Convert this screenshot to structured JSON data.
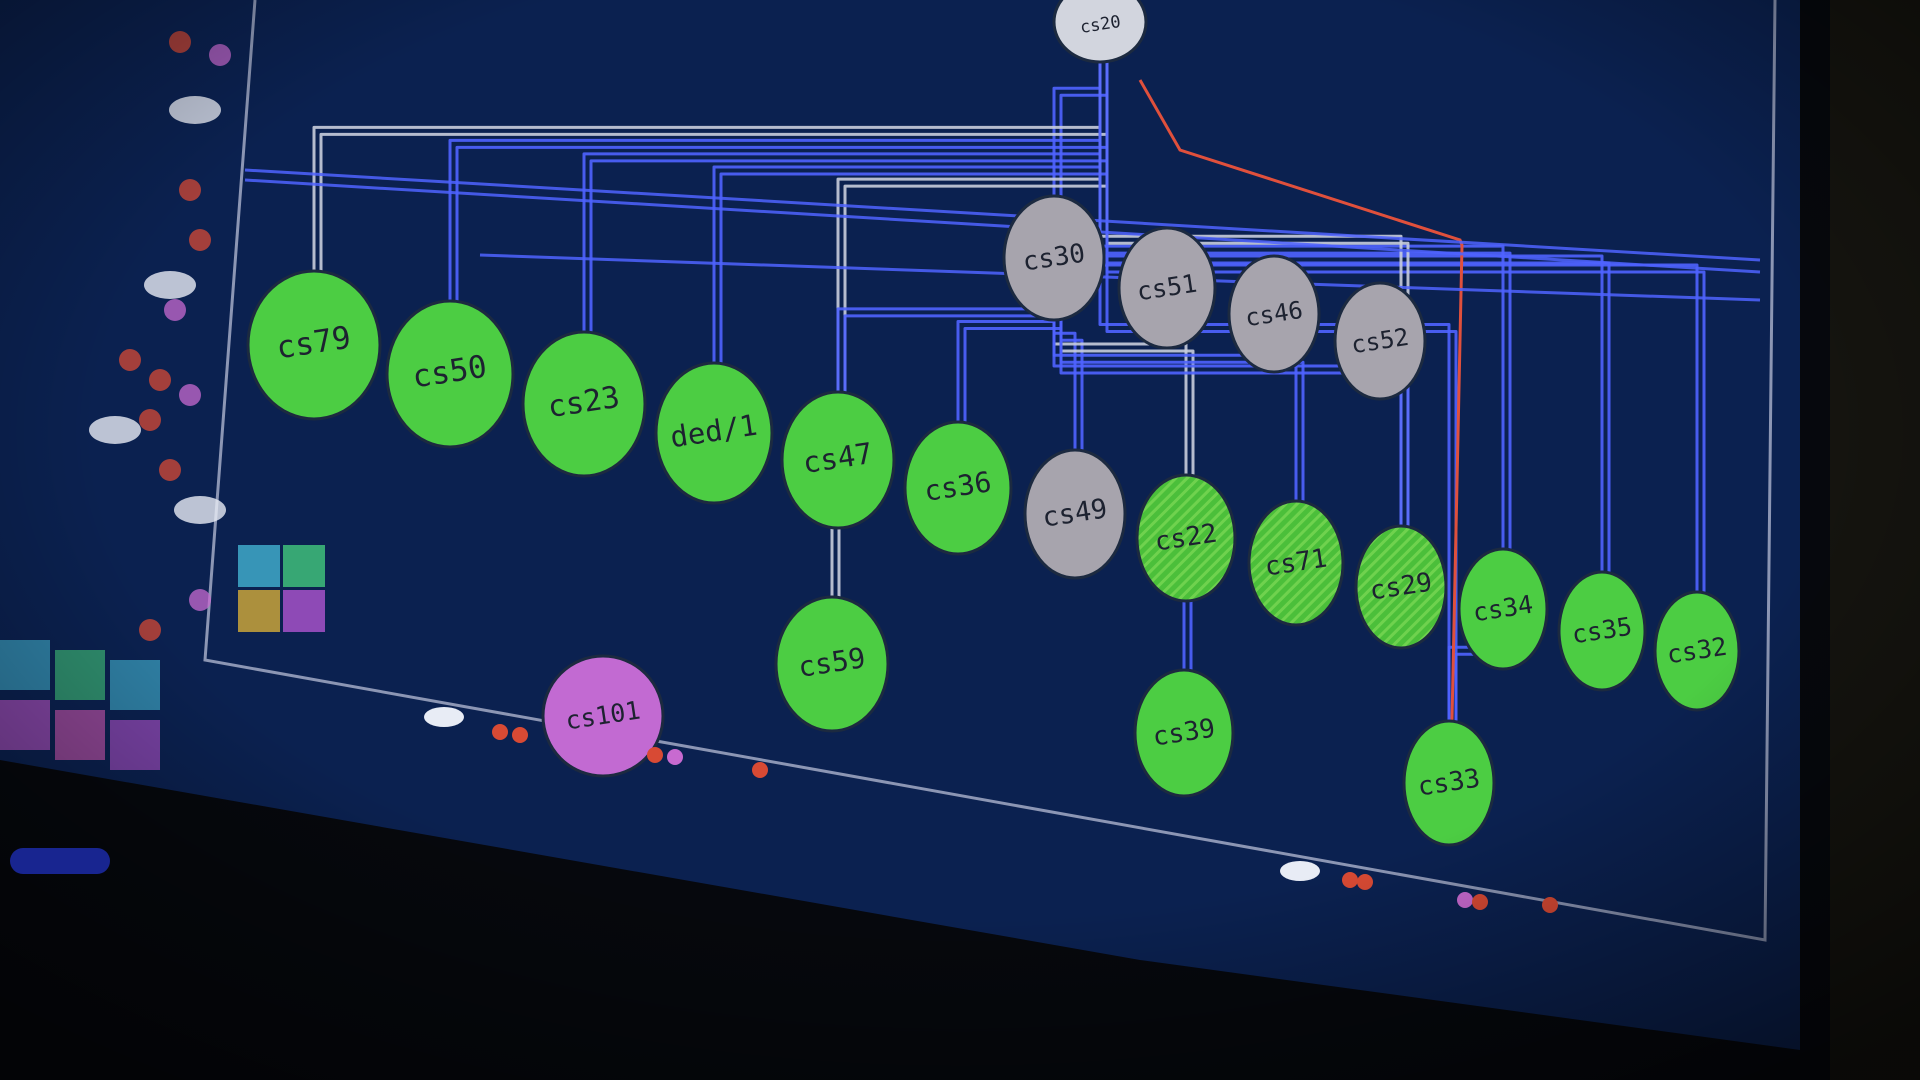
{
  "scene": {
    "description_free": true
  },
  "colors": {
    "screen_bg": "#0b2150",
    "bezel": "#06080d",
    "frame_line": "#8c96b4",
    "link_blue": "#4f63ff",
    "link_white": "#c8cddc",
    "link_red": "#e0503c",
    "node_green": "#4ccd43",
    "node_green_striped": "#56c23a",
    "node_gray": "#a7a4ad",
    "node_light": "#d2d5de",
    "node_purple": "#c26ad2",
    "marker_red": "#d84a34",
    "marker_white": "#e8ecf5"
  },
  "nodes": [
    {
      "id": "cs20",
      "label": "cs20",
      "status": "root",
      "color": "node_light"
    },
    {
      "id": "cs30",
      "label": "cs30",
      "status": "hub",
      "color": "node_gray"
    },
    {
      "id": "cs51",
      "label": "cs51",
      "status": "idle",
      "color": "node_gray"
    },
    {
      "id": "cs46",
      "label": "cs46",
      "status": "idle",
      "color": "node_gray"
    },
    {
      "id": "cs52",
      "label": "cs52",
      "status": "idle",
      "color": "node_gray"
    },
    {
      "id": "cs79",
      "label": "cs79",
      "status": "active",
      "color": "node_green"
    },
    {
      "id": "cs50",
      "label": "cs50",
      "status": "active",
      "color": "node_green"
    },
    {
      "id": "cs23",
      "label": "cs23",
      "status": "active",
      "color": "node_green"
    },
    {
      "id": "ded1",
      "label": "ded/1",
      "status": "active",
      "color": "node_green"
    },
    {
      "id": "cs47",
      "label": "cs47",
      "status": "active",
      "color": "node_green"
    },
    {
      "id": "cs36",
      "label": "cs36",
      "status": "active",
      "color": "node_green"
    },
    {
      "id": "cs49",
      "label": "cs49",
      "status": "idle",
      "color": "node_gray"
    },
    {
      "id": "cs22",
      "label": "cs22",
      "status": "striped",
      "color": "node_green_striped"
    },
    {
      "id": "cs71",
      "label": "cs71",
      "status": "striped",
      "color": "node_green_striped"
    },
    {
      "id": "cs29",
      "label": "cs29",
      "status": "striped",
      "color": "node_green_striped"
    },
    {
      "id": "cs34",
      "label": "cs34",
      "status": "active",
      "color": "node_green"
    },
    {
      "id": "cs35",
      "label": "cs35",
      "status": "active",
      "color": "node_green"
    },
    {
      "id": "cs32",
      "label": "cs32",
      "status": "active",
      "color": "node_green"
    },
    {
      "id": "cs59",
      "label": "cs59",
      "status": "active",
      "color": "node_green"
    },
    {
      "id": "cs39",
      "label": "cs39",
      "status": "active",
      "color": "node_green"
    },
    {
      "id": "cs33",
      "label": "cs33",
      "status": "active",
      "color": "node_green"
    },
    {
      "id": "cs101",
      "label": "cs101",
      "status": "special",
      "color": "node_purple"
    }
  ],
  "links": [
    [
      "cs20",
      "cs30"
    ],
    [
      "cs20",
      "cs79"
    ],
    [
      "cs20",
      "cs50"
    ],
    [
      "cs20",
      "cs23"
    ],
    [
      "cs20",
      "ded1"
    ],
    [
      "cs20",
      "cs47"
    ],
    [
      "cs20",
      "cs34"
    ],
    [
      "cs20",
      "cs35"
    ],
    [
      "cs20",
      "cs32"
    ],
    [
      "cs20",
      "cs29"
    ],
    [
      "cs20",
      "cs33"
    ],
    [
      "cs30",
      "cs36"
    ],
    [
      "cs30",
      "cs49"
    ],
    [
      "cs30",
      "cs22"
    ],
    [
      "cs30",
      "cs71"
    ],
    [
      "cs30",
      "cs29"
    ],
    [
      "cs30",
      "cs47"
    ],
    [
      "cs47",
      "cs59"
    ],
    [
      "cs22",
      "cs39"
    ],
    [
      "cs34",
      "cs33"
    ]
  ],
  "legend_swatches": [
    "#3fa9c9",
    "#3fbe7a",
    "#c9a33a",
    "#a651c8"
  ]
}
